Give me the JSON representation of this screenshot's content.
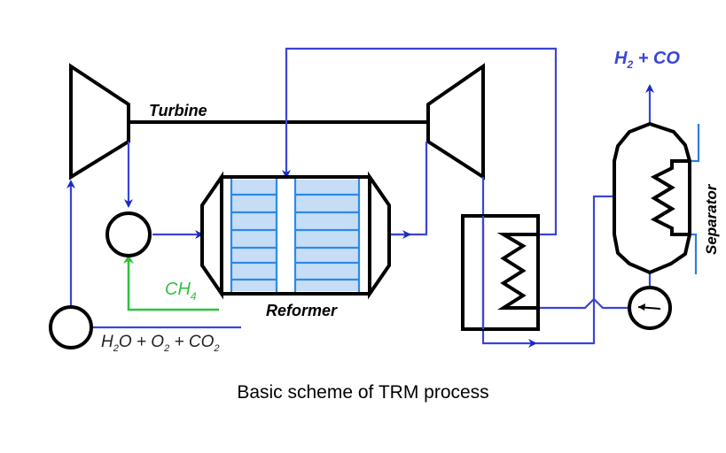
{
  "diagram": {
    "title": "Basic scheme of TRM process",
    "components": {
      "turbine": {
        "label": "Turbine"
      },
      "reformer": {
        "label": "Reformer"
      },
      "separator": {
        "label": "Separator"
      },
      "product_label": {
        "main": "H",
        "sub": "2",
        "rest": " + CO"
      },
      "methane_label": {
        "main": "CH",
        "sub": "4"
      },
      "feed_label": {
        "p1": "H",
        "s1": "2",
        "p2": "O + O",
        "s2": "2",
        "p3": " + CO",
        "s3": "2"
      }
    },
    "colors": {
      "pipe": "#3a45d6",
      "reformer_fill": "#c6ddf6",
      "reformer_lines": "#2d8ae6",
      "methane": "#2ec23a",
      "product_text": "#3a45d6"
    }
  }
}
